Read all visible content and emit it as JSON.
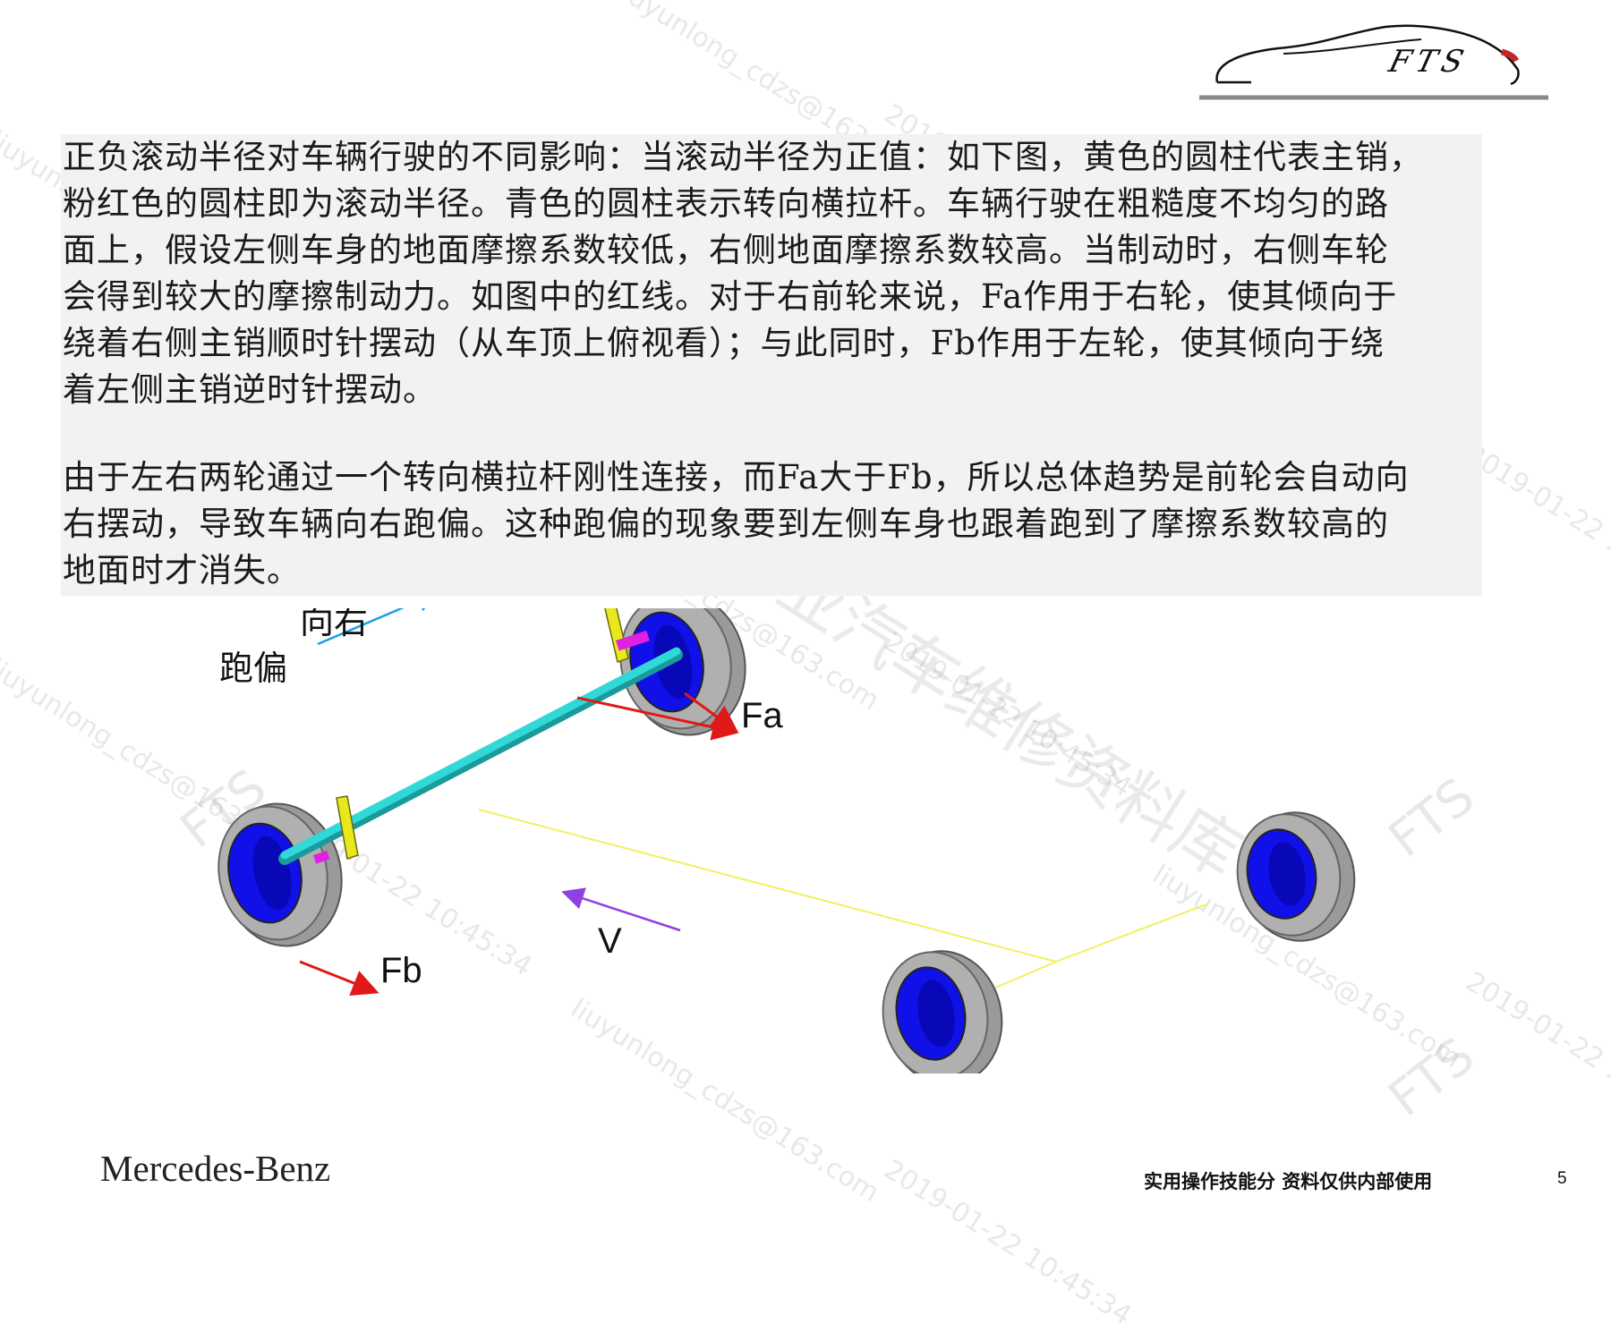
{
  "logo": {
    "text": "FTS"
  },
  "paragraphs": [
    "正负滚动半径对车辆行驶的不同影响：当滚动半径为正值：如下图，黄色的圆柱代表主销，\n粉红色的圆柱即为滚动半径。青色的圆柱表示转向横拉杆。车辆行驶在粗糙度不均匀的路\n面上，假设左侧车身的地面摩擦系数较低，右侧地面摩擦系数较高。当制动时，右侧车轮\n会得到较大的摩擦制动力。如图中的红线。对于右前轮来说，Fa作用于右轮，使其倾向于\n绕着右侧主销顺时针摆动（从车顶上俯视看）；与此同时，Fb作用于左轮，使其倾向于绕\n着左侧主销逆时针摆动。",
    "由于左右两轮通过一个转向横拉杆刚性连接，而Fa大于Fb，所以总体趋势是前轮会自动向\n右摆动，导致车辆向右跑偏。这种跑偏的现象要到左侧车身也跟着跑到了摩擦系数较高的\n地面时才消失。"
  ],
  "diagram": {
    "label_right": "向右",
    "label_drift": "跑偏",
    "label_fa": "Fa",
    "label_fb": "Fb",
    "label_v": "V",
    "colors": {
      "kingpin": "#e8e81c",
      "scrub_radius": "#e020e0",
      "tie_rod": "#30d8d8",
      "force": "#e01818",
      "velocity": "#9040e0",
      "drift_arrow": "#1aa0e0",
      "wheel_inner": "#1010e8",
      "tire": "#a8a8a8",
      "frame_line": "#f0f060"
    }
  },
  "footer": {
    "brand": "Mercedes-Benz",
    "note": "实用操作技能分 资料仅供内部使用",
    "page": "5"
  },
  "watermark": {
    "email": "liuyunlong_cdzs@163.com",
    "datetime": "2019-01-22 10:45:34",
    "logo": "FTS",
    "library": "乐享专业汽车维修资料库"
  }
}
